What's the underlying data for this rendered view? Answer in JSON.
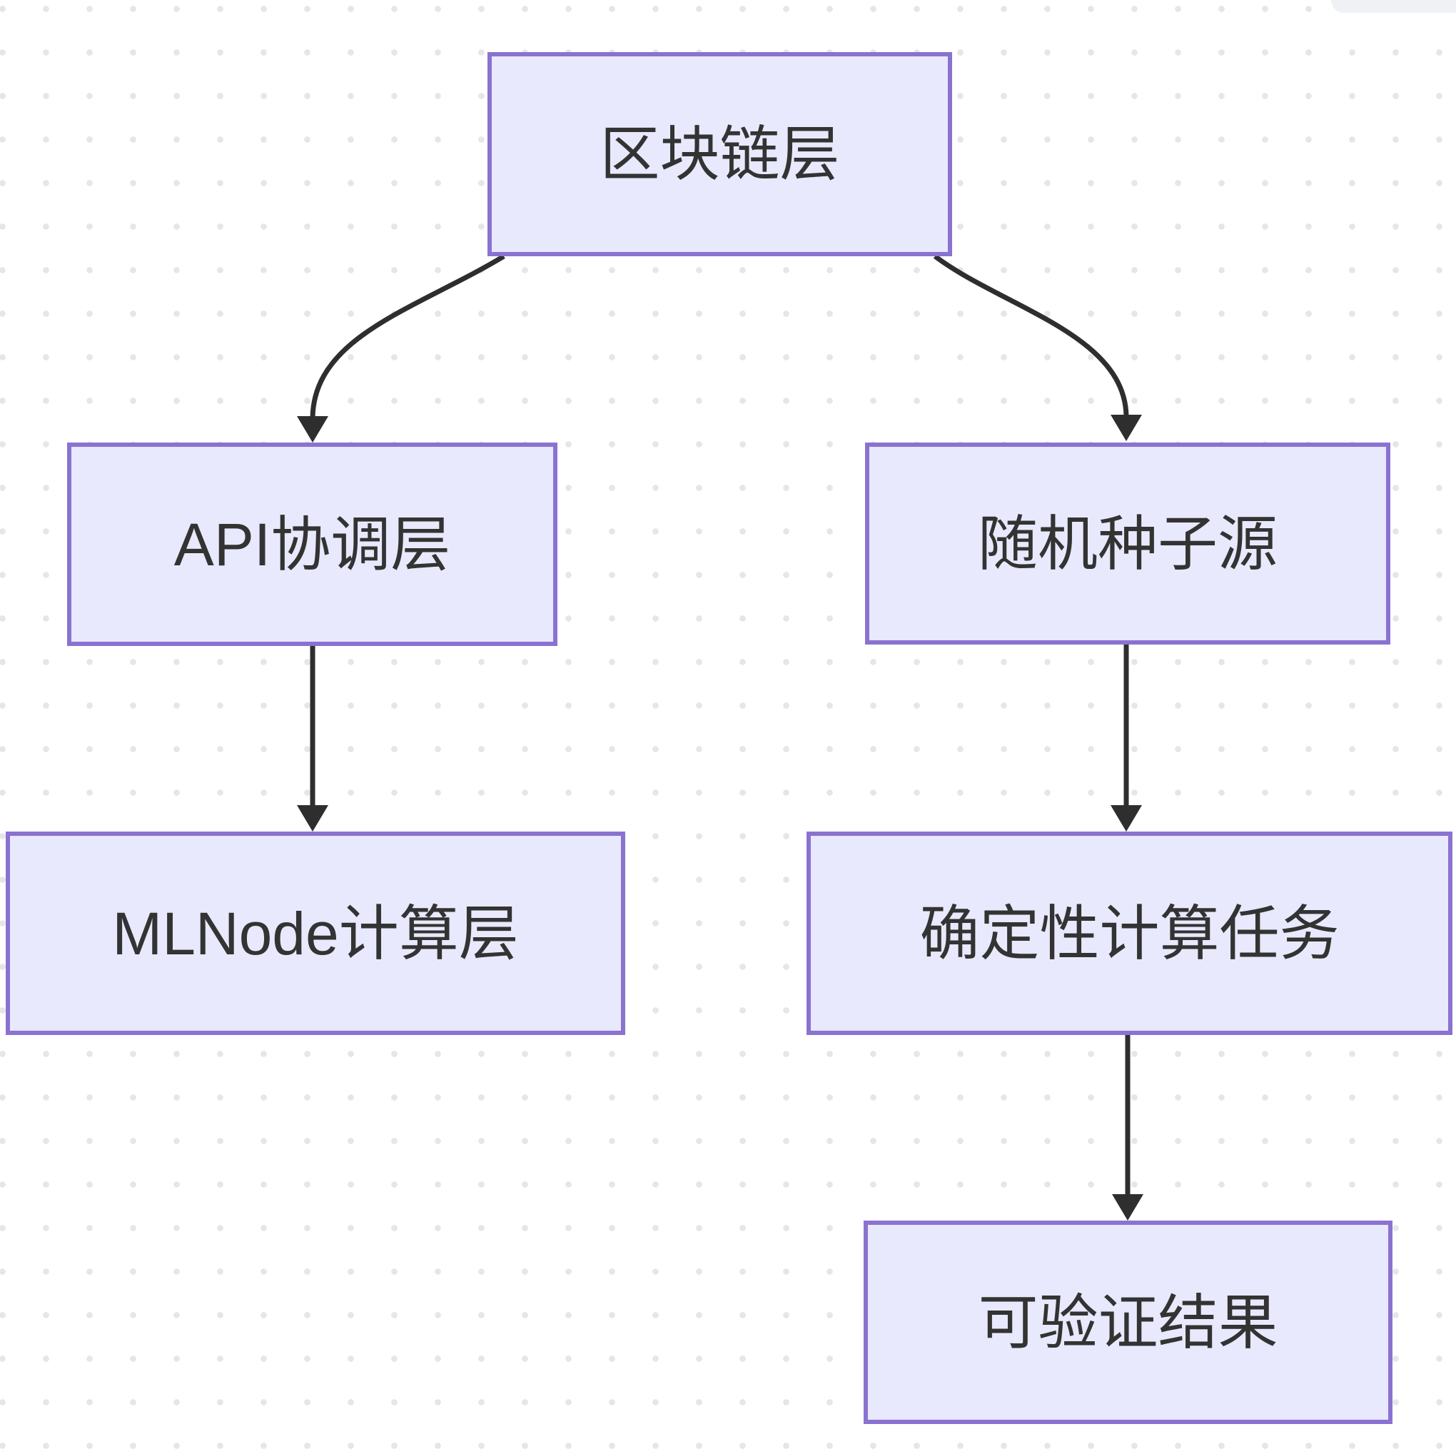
{
  "theme": {
    "background": "#ffffff",
    "dot_color": "#e6e6e9",
    "node_fill": "#e8e9fc",
    "node_border": "#8a72d1",
    "edge_color": "#2e2e2e",
    "text_color": "#333333",
    "corner_panel": "#f0f1f5"
  },
  "diagram": {
    "type": "flowchart",
    "direction": "top-down",
    "nodes": [
      {
        "id": "blockchain",
        "label": "区块链层"
      },
      {
        "id": "api",
        "label": "API协调层"
      },
      {
        "id": "mlnode",
        "label": "MLNode计算层"
      },
      {
        "id": "seed",
        "label": "随机种子源"
      },
      {
        "id": "deterministic",
        "label": "确定性计算任务"
      },
      {
        "id": "verifiable",
        "label": "可验证结果"
      }
    ],
    "edges": [
      {
        "from": "blockchain",
        "to": "api"
      },
      {
        "from": "blockchain",
        "to": "seed"
      },
      {
        "from": "api",
        "to": "mlnode"
      },
      {
        "from": "seed",
        "to": "deterministic"
      },
      {
        "from": "deterministic",
        "to": "verifiable"
      }
    ]
  }
}
